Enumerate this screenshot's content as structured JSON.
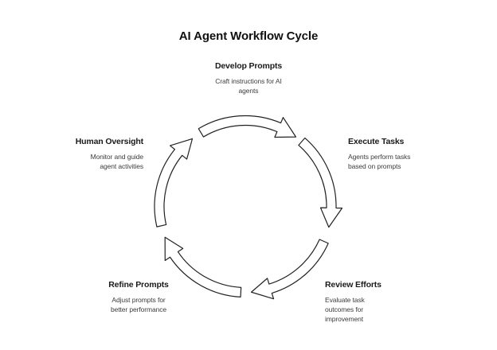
{
  "title": "AI Agent Workflow Cycle",
  "diagram": {
    "type": "cycle",
    "flow": "clockwise",
    "steps": [
      {
        "title": "Develop Prompts",
        "description": "Craft instructions for AI agents",
        "lines": [
          "Craft instructions for AI",
          "agents"
        ],
        "position": "top"
      },
      {
        "title": "Execute Tasks",
        "description": "Agents perform tasks based on prompts",
        "lines": [
          "Agents perform tasks",
          "based on prompts"
        ],
        "position": "right"
      },
      {
        "title": "Review Efforts",
        "description": "Evaluate task outcomes for improvement",
        "lines": [
          "Evaluate task",
          "outcomes for",
          "improvement"
        ],
        "position": "bottom-right"
      },
      {
        "title": "Refine Prompts",
        "description": "Adjust prompts for better performance",
        "lines": [
          "Adjust prompts for",
          "better performance"
        ],
        "position": "bottom-left"
      },
      {
        "title": "Human Oversight",
        "description": "Monitor and guide agent activities",
        "lines": [
          "Monitor and guide",
          "agent activities"
        ],
        "position": "left"
      }
    ],
    "colors": {
      "background": "#ffffff",
      "arrow_fill": "#ffffff",
      "arrow_stroke": "#222222",
      "heading_text": "#111111",
      "step_title_text": "#1a1a1a",
      "step_description_text": "#3d3d3d"
    }
  }
}
